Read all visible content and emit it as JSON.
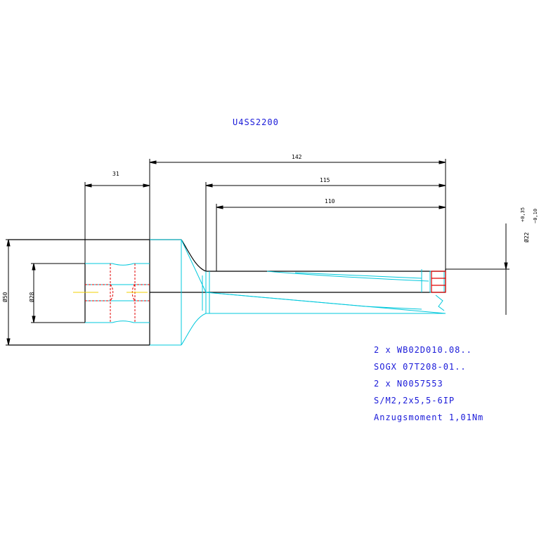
{
  "drawing": {
    "part_number": "U4SS2200",
    "dimensions": {
      "overall_length": "142",
      "length_mid": "115",
      "length_short": "110",
      "shank_length": "31",
      "diameter_shank": "Ø50",
      "diameter_bore": "Ø28",
      "diameter_tool": "Ø22",
      "tol_upper": "+0,35",
      "tol_lower": "−0,10"
    },
    "notes": [
      "2 x WB02D010.08..",
      "SOGX 07T208-01..",
      "2 x N0057553",
      "S/M2,2x5,5-6IP",
      "Anzugsmoment 1,01Nm"
    ],
    "colors": {
      "outline": "#000000",
      "construction": "#00c8dc",
      "hidden": "#e00000",
      "centerline": "#f0d000",
      "text": "#1a1ad9"
    }
  }
}
